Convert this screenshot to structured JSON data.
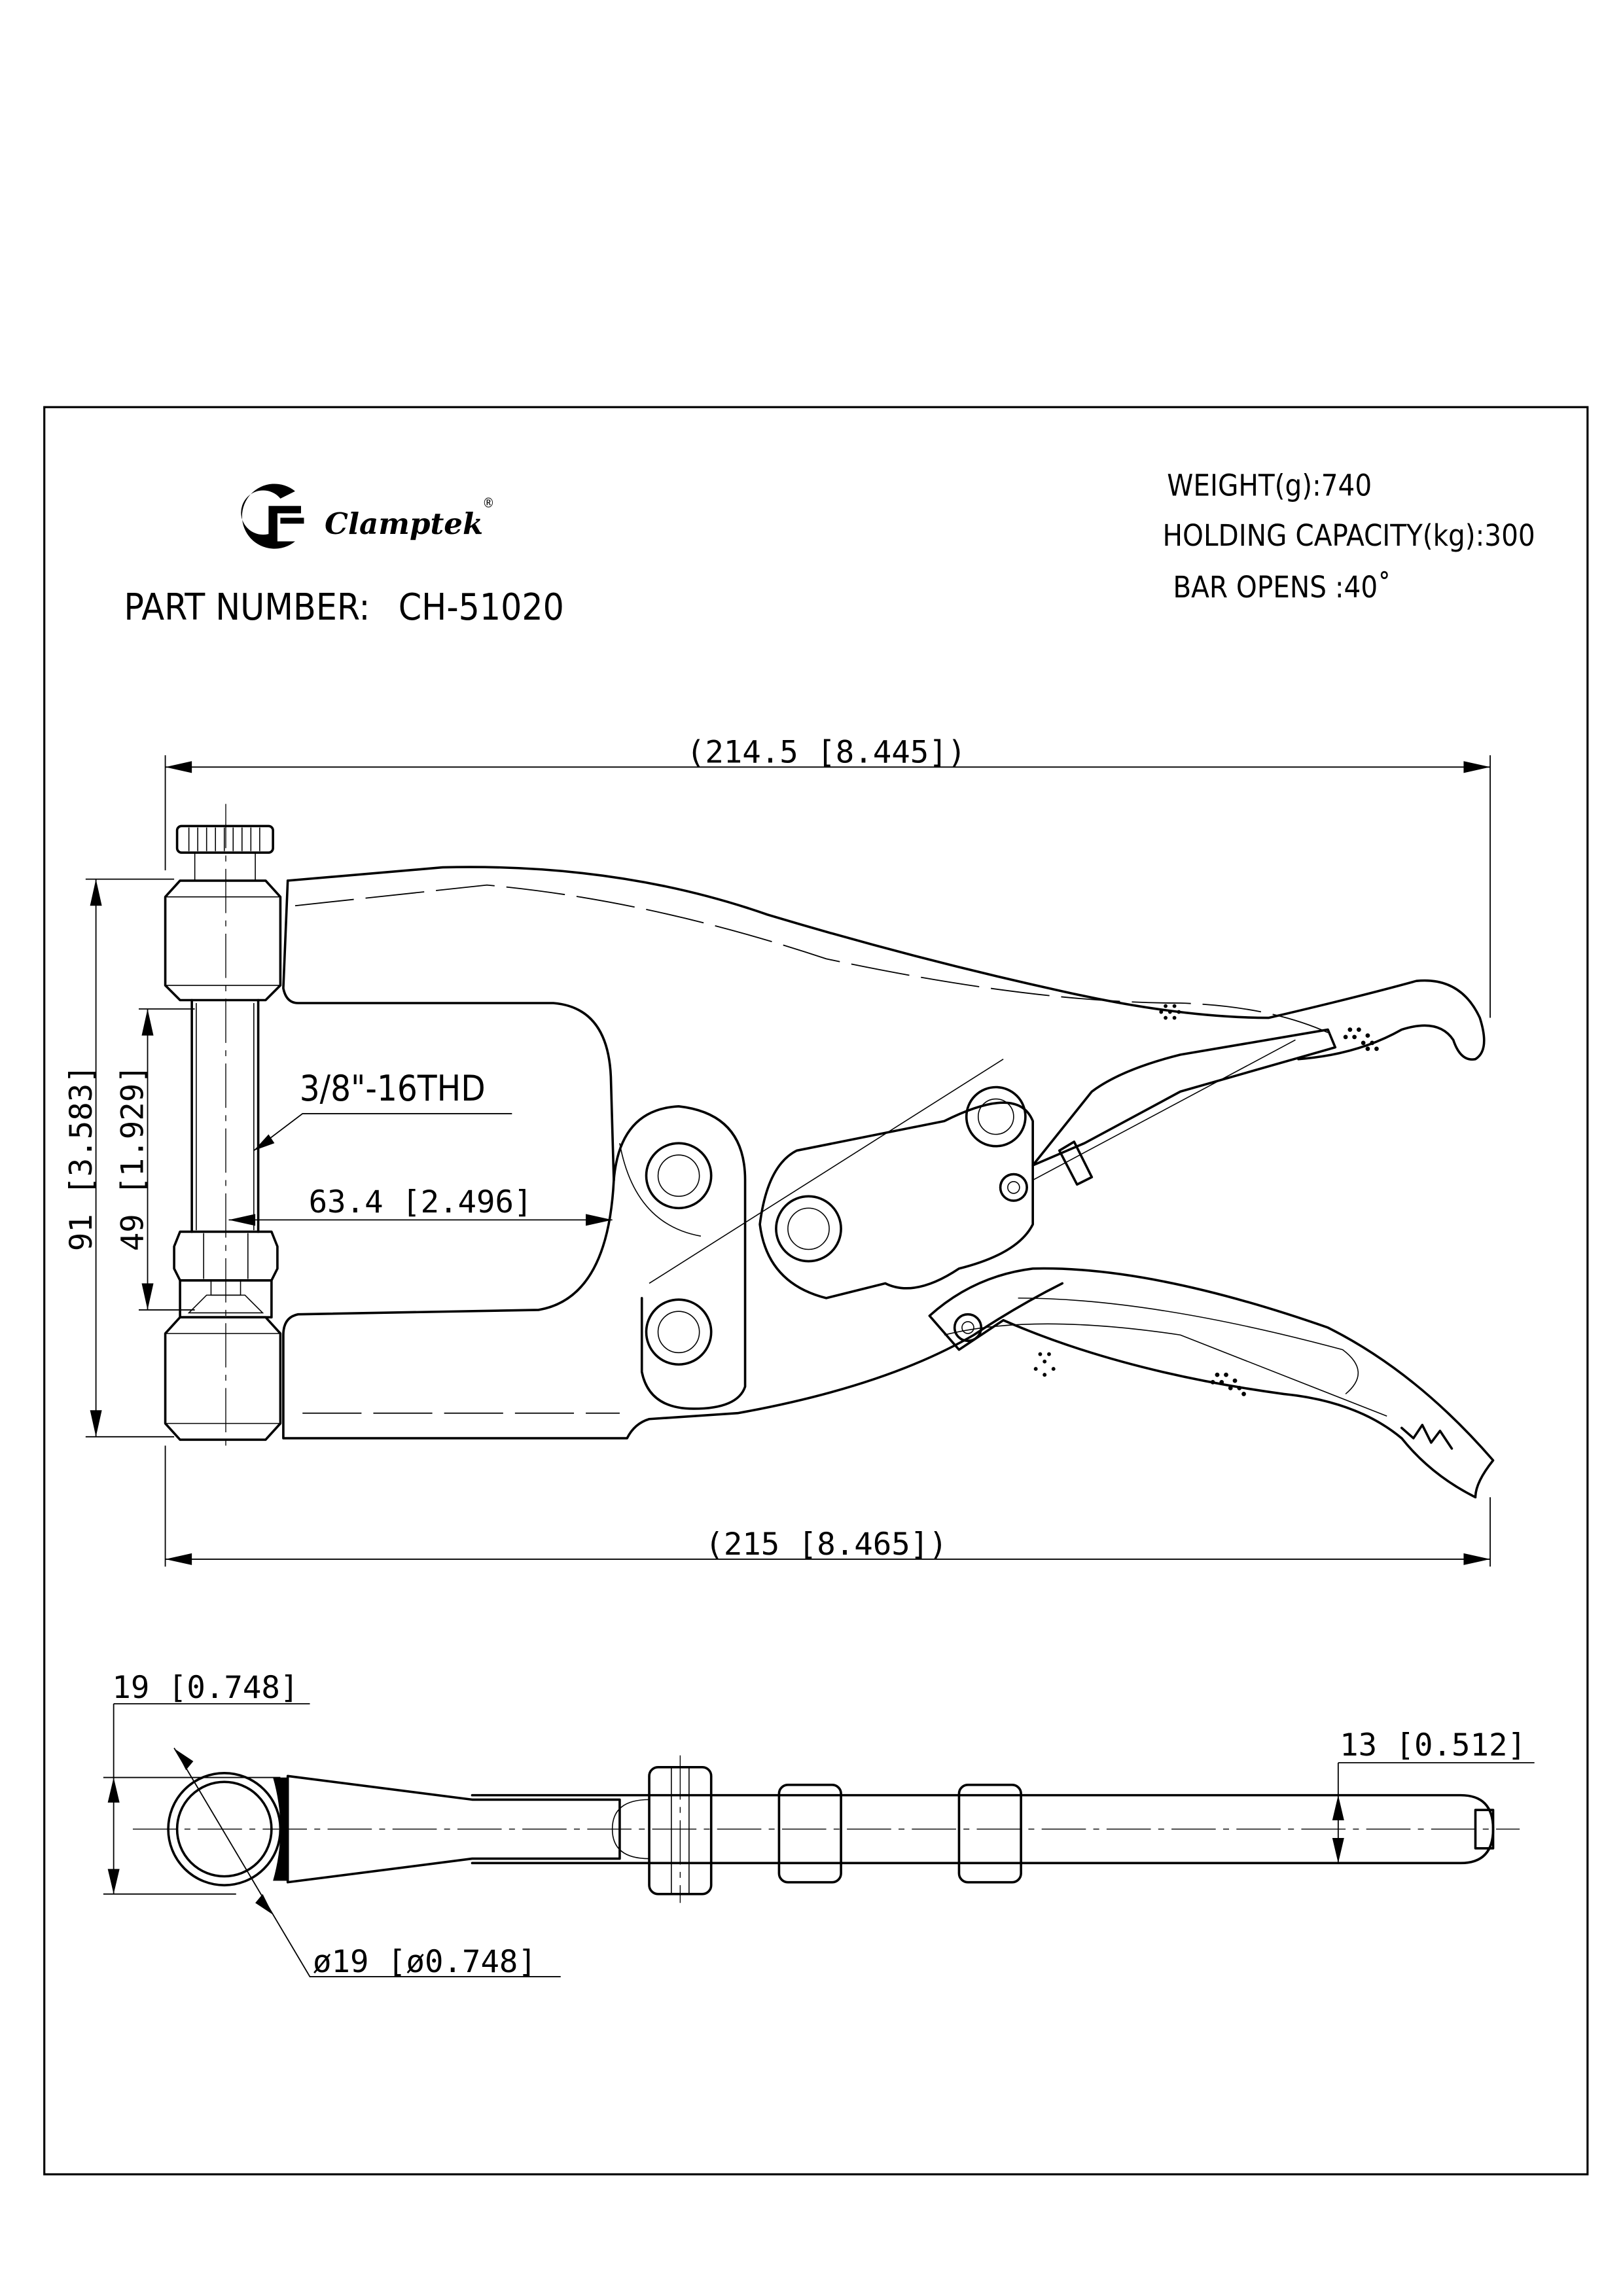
{
  "brand": {
    "name": "Clamptek",
    "registered_mark": "®"
  },
  "part_number": {
    "label": "PART NUMBER:",
    "value": "CH-51020"
  },
  "specs": {
    "weight": "WEIGHT(g):740",
    "holding_capacity": "HOLDING  CAPACITY(kg):300",
    "bar_opens": "BAR  OPENS  :40˚"
  },
  "dimensions": {
    "overall_length_top": "(214.5  [8.445])",
    "overall_length_bottom": "(215  [8.465])",
    "height_total": "91  [3.583]",
    "opening_height": "49  [1.929]",
    "throat_depth": "63.4  [2.496]",
    "thread": "3/8\"-16THD",
    "side_width": "19  [0.748]",
    "bar_thickness": "13  [0.512]",
    "pad_diameter": "ø19  [ø0.748]"
  }
}
